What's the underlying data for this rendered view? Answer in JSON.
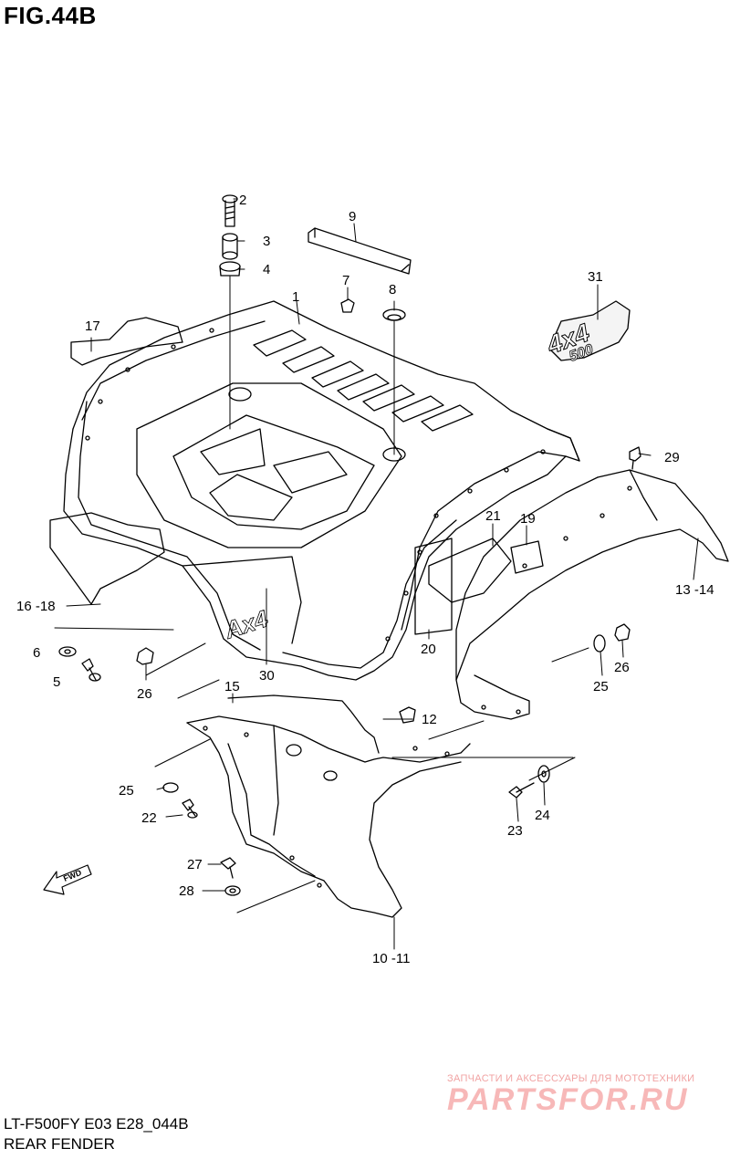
{
  "figure_title": "FIG.44B",
  "model_code": "LT-F500FY E03 E28_044B",
  "section_name": "REAR FENDER",
  "watermark": {
    "tagline": "ЗАПЧАСТИ И АКСЕССУАРЫ ДЛЯ МОТОТЕХНИКИ",
    "brand": "PARTSFOR.RU"
  },
  "emblem_text": "4x4",
  "emblem_sub": "500",
  "fwd_label": "FWD",
  "callouts": {
    "p1": "1",
    "p2": "2",
    "p3": "3",
    "p4": "4",
    "p5": "5",
    "p6": "6",
    "p7": "7",
    "p8": "8",
    "p9": "9",
    "p12": "12",
    "p15": "15",
    "p16_18": "16 -18",
    "p17": "17",
    "p19": "19",
    "p20": "20",
    "p21": "21",
    "p22": "22",
    "p23": "23",
    "p24": "24",
    "p25a": "25",
    "p25b": "25",
    "p26a": "26",
    "p26b": "26",
    "p27": "27",
    "p28": "28",
    "p29": "29",
    "p30": "30",
    "p31": "31",
    "p10_11": "10 -11",
    "p13_14": "13 -14"
  }
}
